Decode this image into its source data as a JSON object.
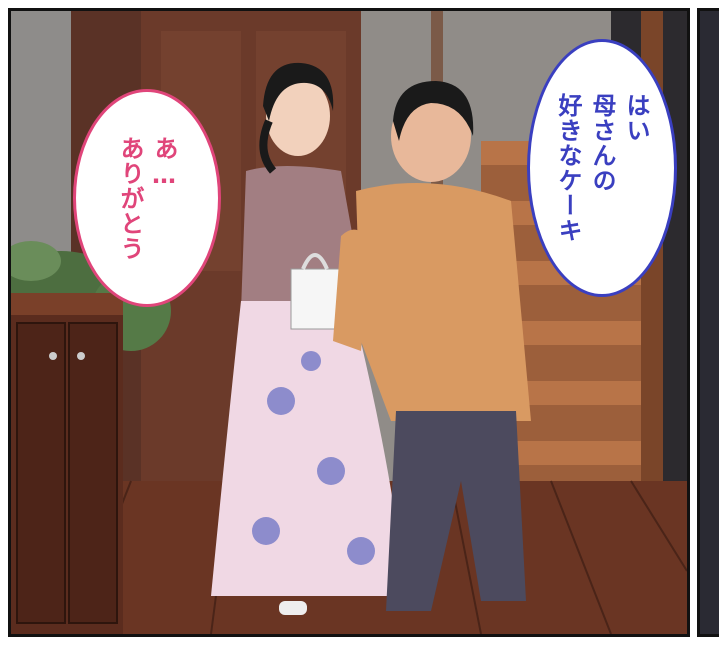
{
  "speech": {
    "mother_lines": [
      "あ…",
      "ありがとう"
    ],
    "son_lines": [
      "はい",
      "母さんの",
      "好きなケーキ"
    ]
  },
  "colors": {
    "mother_text": "#e0457a",
    "son_text": "#3a3fc0",
    "panel_border": "#111111"
  }
}
